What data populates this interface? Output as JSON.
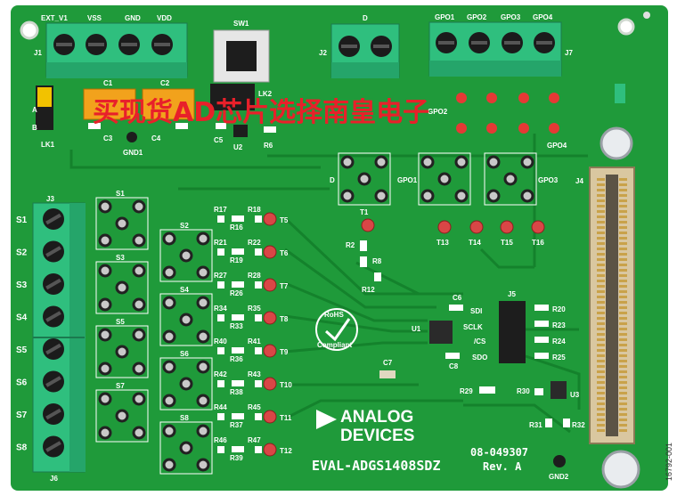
{
  "board": {
    "name": "EVAL-ADGS1408SDZ",
    "part_number": "08-049307",
    "revision": "Rev. A",
    "figure_code": "16792-001",
    "brand_line1": "ANALOG",
    "brand_line2": "DEVICES",
    "rohs_line1": "RoHS",
    "rohs_line2": "Compliant",
    "watermark": "买现货AD芯片选择南皇电子",
    "colors": {
      "pcb": "#1f9a3a",
      "terminal": "#2fbf7e",
      "silk": "#ffffff"
    }
  },
  "terminals_top": {
    "j1_label": "J1",
    "j1_pins": [
      "EXT_V1",
      "VSS",
      "GND",
      "VDD"
    ],
    "j2_label": "J2",
    "j2_pins": [
      "D"
    ],
    "j7_label": "J7",
    "j7_pins": [
      "GPO1",
      "GPO2",
      "GPO3",
      "GPO4"
    ]
  },
  "terminals_left": {
    "top_label": "J3",
    "bottom_label": "J6",
    "pins": [
      "S1",
      "S2",
      "S3",
      "S4",
      "S5",
      "S6",
      "S7",
      "S8"
    ]
  },
  "switches": [
    "S1",
    "S2",
    "S3",
    "S4",
    "S5",
    "S6",
    "S7",
    "S8"
  ],
  "test_points_right": [
    "T5",
    "T6",
    "T7",
    "T8",
    "T9",
    "T10",
    "T11",
    "T12"
  ],
  "resistor_pairs": [
    [
      "R17",
      "R18",
      "R16"
    ],
    [
      "R21",
      "R22",
      "R19"
    ],
    [
      "R27",
      "R28",
      "R26"
    ],
    [
      "R34",
      "R35",
      "R33"
    ],
    [
      "R40",
      "R41",
      "R36"
    ],
    [
      "R42",
      "R43",
      "R38"
    ],
    [
      "R44",
      "R45",
      "R37"
    ],
    [
      "R46",
      "R47",
      "R39"
    ]
  ],
  "top_parts": {
    "sw1": "SW1",
    "c1": "C1",
    "c2": "C2",
    "c3": "C3",
    "c4": "C4",
    "c5": "C5",
    "lk1": "LK1",
    "lk2": "LK2",
    "lk2_a": "A",
    "lk2_b": "B",
    "u2": "U2",
    "r6": "R6",
    "gnd1": "GND1",
    "gpo2": "GPO2",
    "gpo4": "GPO4"
  },
  "mid_parts": {
    "d": "D",
    "gpo1": "GPO1",
    "gpo3": "GPO3",
    "t1": "T1",
    "r2": "R2",
    "r8": "R8",
    "r12": "R12",
    "t13": "T13",
    "t14": "T14",
    "t15": "T15",
    "t16": "T16",
    "j4": "J4",
    "u1": "U1",
    "j5": "J5",
    "c6": "C6",
    "c7": "C7",
    "c8": "C8",
    "j5_pins": [
      "SDI",
      "SCLK",
      "/CS",
      "SDO"
    ],
    "j5_res": [
      "R20",
      "R23",
      "R24",
      "R25"
    ],
    "r29": "R29",
    "r30": "R30",
    "r31": "R31",
    "r32": "R32",
    "u3": "U3",
    "gnd2": "GND2"
  }
}
